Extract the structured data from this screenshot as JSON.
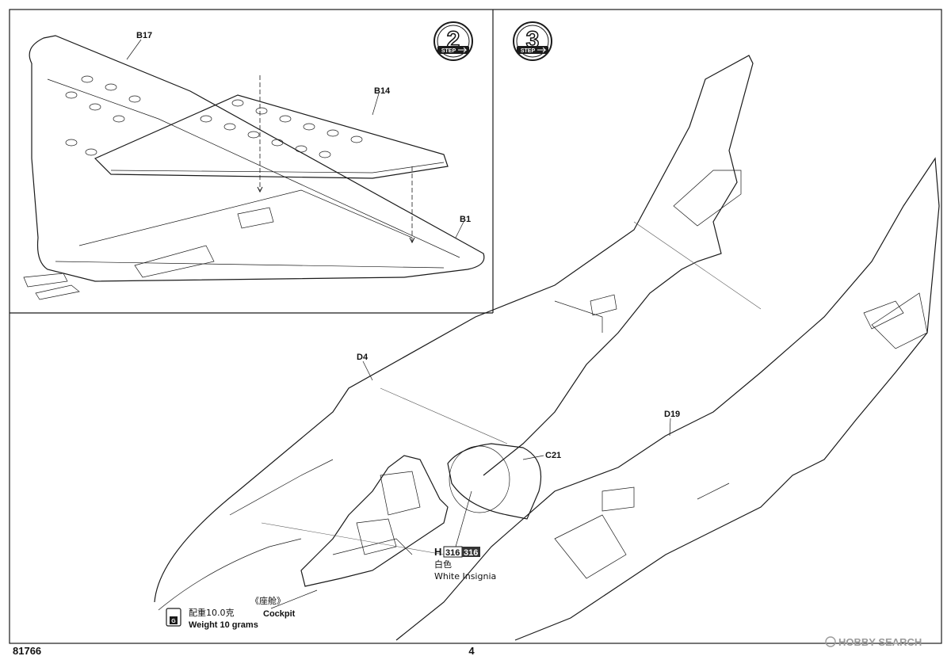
{
  "page": {
    "product_code": "81766",
    "page_number": "4",
    "watermark": "HOBBY SEARCH"
  },
  "steps": [
    {
      "number": "2",
      "label": "STEP"
    },
    {
      "number": "3",
      "label": "STEP"
    }
  ],
  "parts": {
    "b17": "B17",
    "b14": "B14",
    "b1": "B1",
    "d4": "D4",
    "c21": "C21",
    "d19": "D19"
  },
  "paint": {
    "letter": "H",
    "code_plain": "316",
    "code_dark": "316",
    "name_cn": "白色",
    "name_en": "White Insignia"
  },
  "cockpit": {
    "cn": "《座舱》",
    "en": "Cockpit"
  },
  "weight": {
    "icon_letter": "G",
    "cn": "配重10.0克",
    "en": "Weight 10 grams"
  },
  "colors": {
    "line": "#1a1a1a",
    "step_badge": "#1a1a1a",
    "paint_chip": "#333333"
  }
}
